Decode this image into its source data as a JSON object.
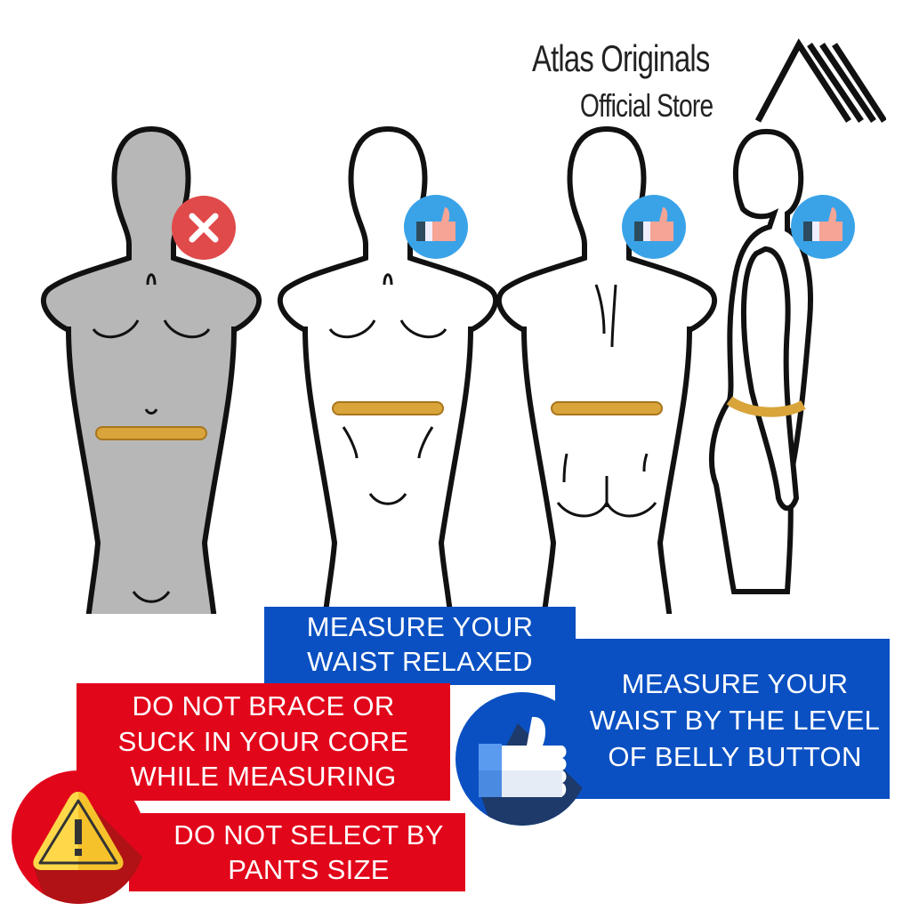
{
  "brand": {
    "name": "Atlas Originals",
    "subtitle": "Official Store",
    "logo": "mountain-stripes-logo"
  },
  "figures": [
    {
      "view": "front",
      "style": "gray-filled",
      "badge": "x-icon",
      "badge_color": "#e04a4a",
      "tape_position": "low-hips",
      "correct": false
    },
    {
      "view": "front",
      "style": "outline",
      "badge": "thumbs-up-icon",
      "badge_color": "#3aa3e8",
      "tape_position": "belly-button",
      "correct": true
    },
    {
      "view": "back",
      "style": "outline",
      "badge": "thumbs-up-icon",
      "badge_color": "#3aa3e8",
      "tape_position": "belly-button",
      "correct": true
    },
    {
      "view": "side",
      "style": "outline",
      "badge": "thumbs-up-icon",
      "badge_color": "#3aa3e8",
      "tape_position": "belly-button",
      "correct": true
    }
  ],
  "banners": {
    "relaxed": {
      "line1": "MEASURE YOUR",
      "line2": "WAIST RELAXED",
      "color": "#0a50c2"
    },
    "belly": {
      "line1": "MEASURE YOUR",
      "line2": "WAIST BY THE LEVEL",
      "line3": "OF BELLY BUTTON",
      "color": "#0a50c2"
    },
    "brace": {
      "line1": "DO NOT BRACE OR",
      "line2": "SUCK IN YOUR CORE",
      "line3": "WHILE MEASURING",
      "color": "#e2061a"
    },
    "pants": {
      "line1": "DO NOT SELECT BY",
      "line2": "PANTS SIZE",
      "color": "#e2061a"
    }
  },
  "icons": {
    "thumb_circle": "thumbs-up-icon",
    "warn_circle": "warning-icon"
  },
  "colors": {
    "tape": "#d9a43a",
    "gray_body": "#b7b7b7",
    "outline": "#111111"
  }
}
